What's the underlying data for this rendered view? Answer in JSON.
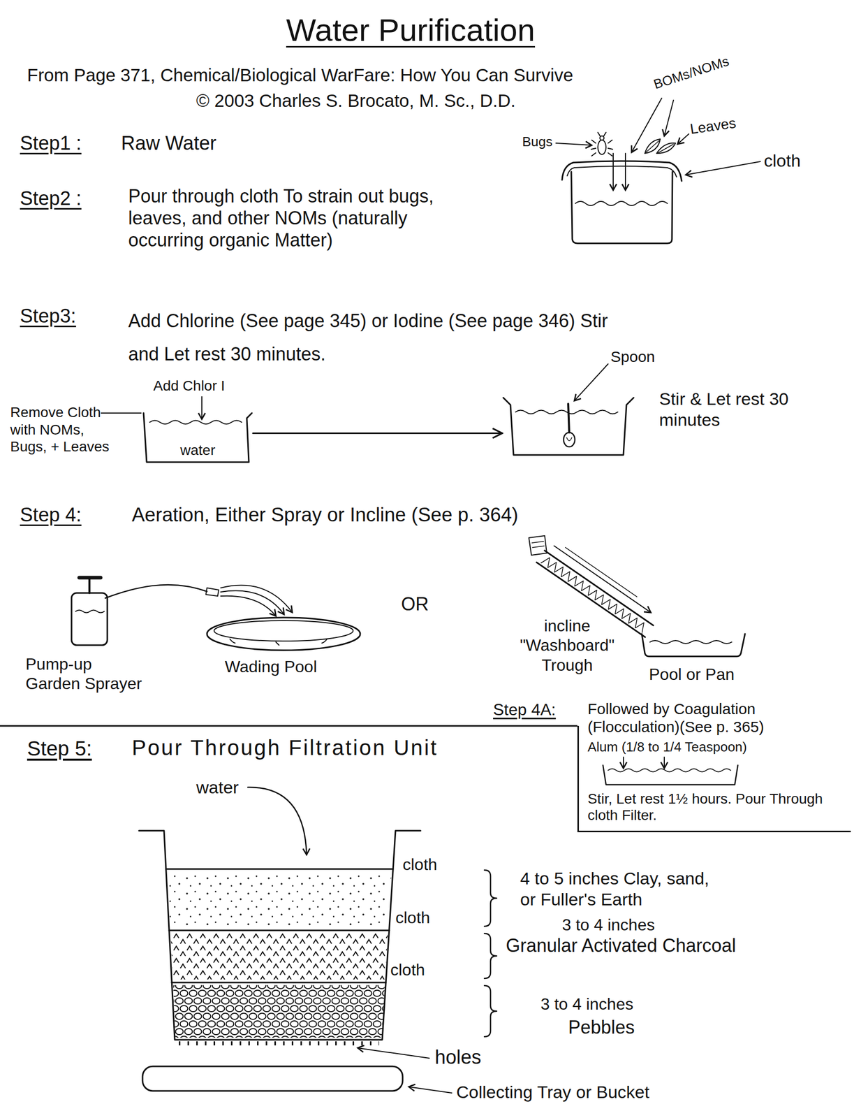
{
  "diagram": {
    "title": "Water Purification",
    "nodes": [
      {
        "text": [
          "water"
        ]
      },
      {
        "text": [
          "Stir & Let rest 30 minutes"
        ]
      },
      {
        "text": [
          "Step 4A:",
          "Followed by Coagulation (Flocculation)(See p. 365)",
          "Alum (1/8 to 1/4 Teaspoon)",
          "Stir, Let rest 1½ hours. Pour Through cloth Filter."
        ]
      }
    ],
    "edges": [
      {
        "from": 0,
        "to": 1,
        "arrow": "to"
      }
    ],
    "labels": [
      "From Page 371, Chemical/Biological WarFare: How You Can Survive",
      "© 2003 Charles S. Brocato, M. Sc., D.D.",
      "Step1 :",
      "Raw Water",
      "Bugs",
      "BOMs/NOMs",
      "Leaves",
      "cloth",
      "Step2 :",
      "Pour through cloth To strain out bugs, leaves, and other NOMs (naturally occurring organic Matter)",
      "Step3:",
      "Add Chlorine (See page 345) or Iodine (See page 346) Stir and Let rest 30 minutes.",
      "Remove Cloth with NOMs, Bugs, + Leaves",
      "Add Chlor I",
      "Spoon",
      "Step 4:",
      "Aeration, Either Spray or Incline (See p. 364)",
      "Pump-up Garden Sprayer",
      "Wading Pool",
      "OR",
      "incline \"Washboard\" Trough",
      "Pool or Pan",
      "Step 5:",
      "Pour Through Filtration Unit",
      "water",
      "cloth",
      "cloth",
      "cloth",
      "4 to 5 inches Clay, sand, or Fuller's Earth",
      "3 to 4 inches",
      "Granular Activated Charcoal",
      "3 to 4 inches",
      "Pebbles",
      "holes",
      "Collecting Tray or Bucket"
    ]
  }
}
